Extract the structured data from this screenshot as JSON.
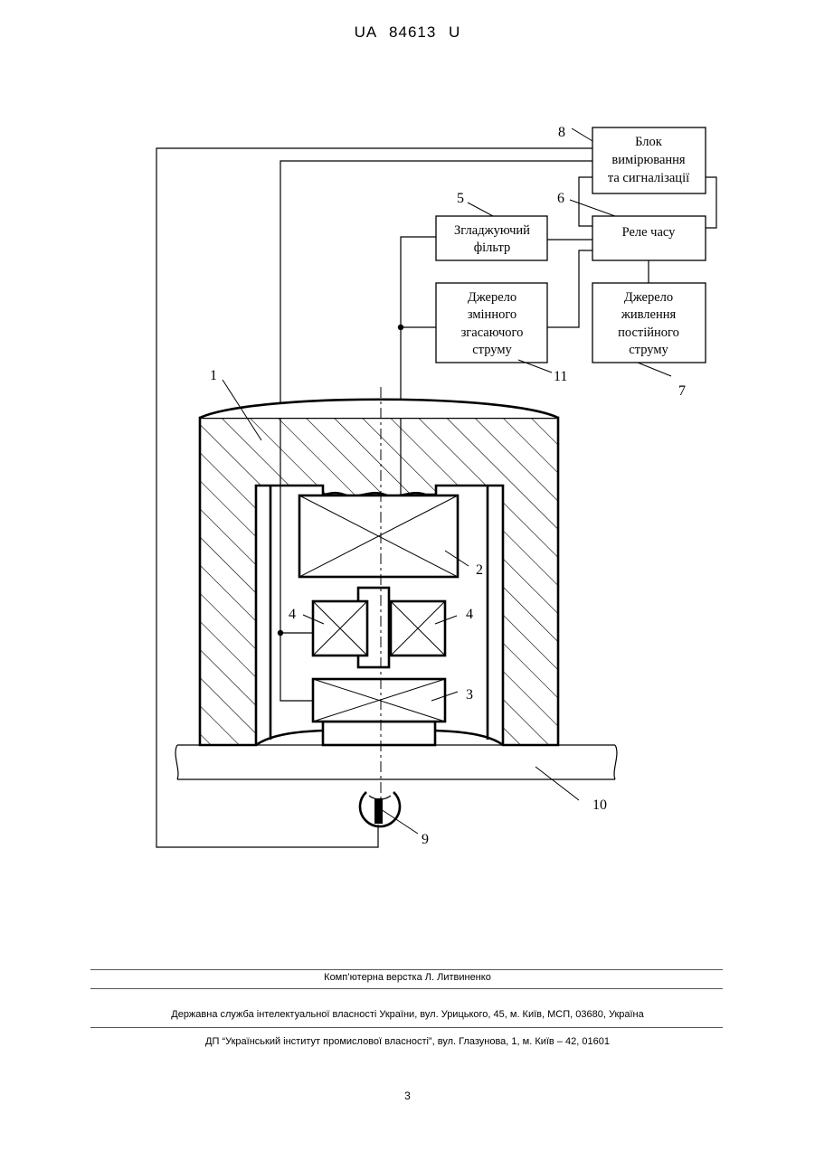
{
  "header": {
    "doc_id": "UA   84613   U"
  },
  "diagram": {
    "blocks": {
      "measure": [
        "Блок",
        "вимірювання",
        "та сигналізації"
      ],
      "filter": [
        "Згладжуючий",
        "фільтр"
      ],
      "relay": [
        "Реле часу"
      ],
      "ac_source": [
        "Джерело",
        "змінного",
        "згасаючого",
        "струму"
      ],
      "dc_source": [
        "Джерело",
        "живлення",
        "постійного",
        "струму"
      ]
    },
    "numbers": {
      "n1": "1",
      "n2": "2",
      "n3": "3",
      "n4a": "4",
      "n4b": "4",
      "n5": "5",
      "n6": "6",
      "n7": "7",
      "n8": "8",
      "n9": "9",
      "n10": "10",
      "n11": "11"
    }
  },
  "footer": {
    "typesetting": "Комп’ютерна верстка Л. Литвиненко",
    "agency": "Державна служба інтелектуальної власності України, вул. Урицького, 45, м. Київ, МСП, 03680, Україна",
    "institute": "ДП “Український інститут промислової власності”, вул. Глазунова, 1, м. Київ – 42, 01601",
    "page": "3"
  }
}
